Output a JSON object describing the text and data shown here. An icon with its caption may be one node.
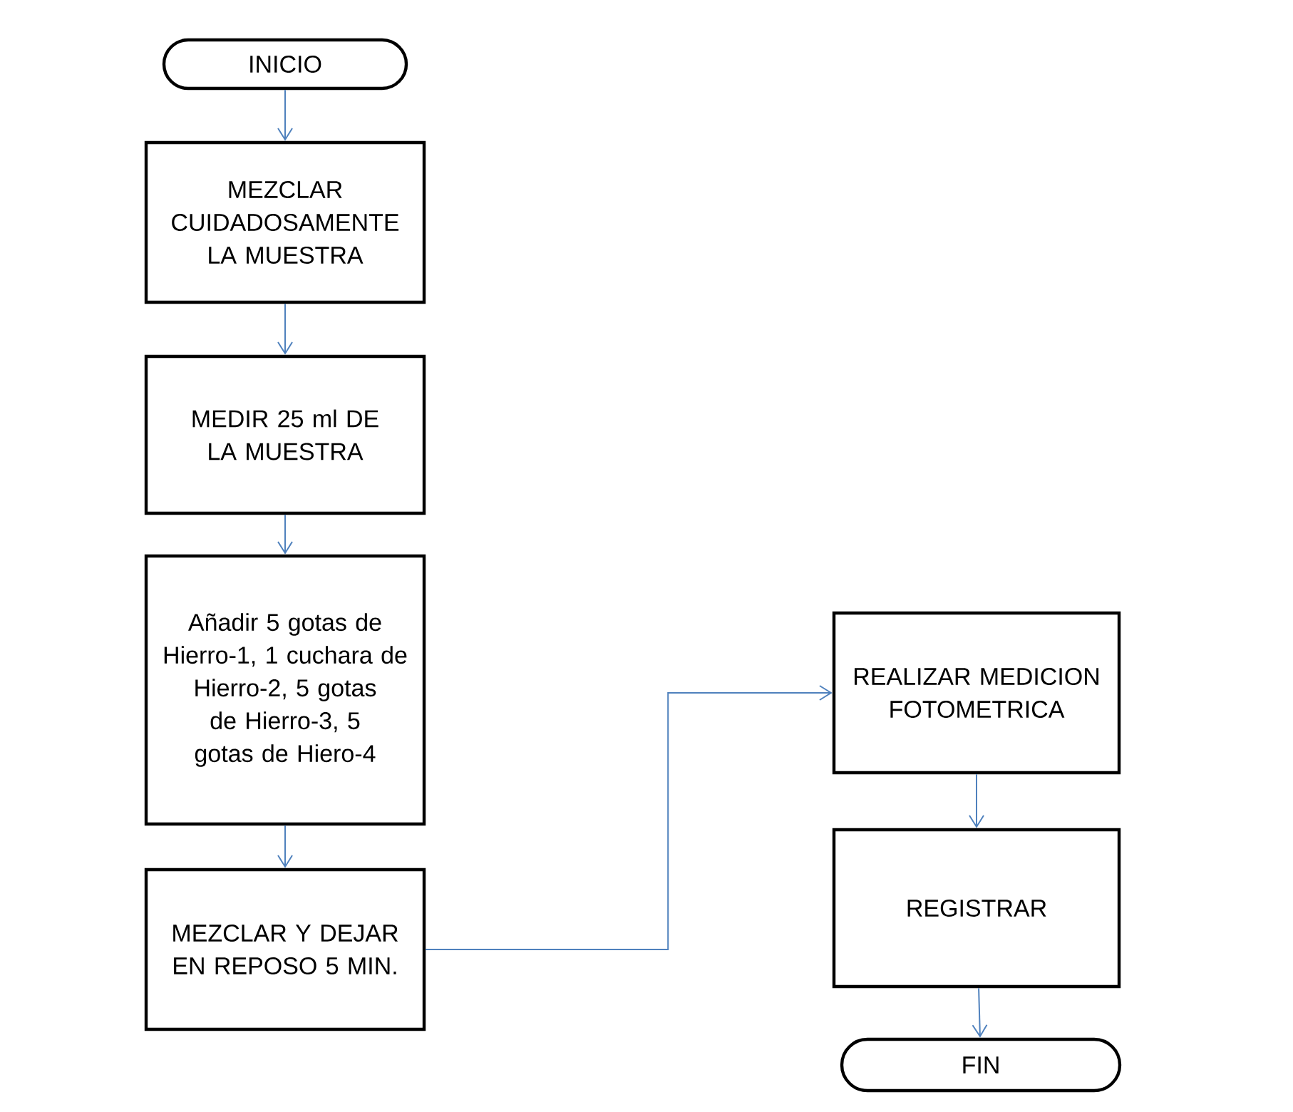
{
  "diagram": {
    "nodes": [
      {
        "text": [
          "INICIO"
        ]
      },
      {
        "text": [
          "MEZCLAR CUIDADOSAMENTE LA MUESTRA"
        ]
      },
      {
        "text": [
          "MEDIR 25 ml DE LA MUESTRA"
        ]
      },
      {
        "text": [
          "Añadir 5 gotas de Hierro-1, 1 cuchara de Hierro-2, 5 gotas de Hierro-3, 5 gotas de Hiero-4"
        ]
      },
      {
        "text": [
          "MEZCLAR Y DEJAR EN REPOSO 5 MIN."
        ]
      },
      {
        "text": [
          "REALIZAR MEDICION FOTOMETRICA"
        ]
      },
      {
        "text": [
          "REGISTRAR"
        ]
      },
      {
        "text": [
          "FIN"
        ]
      }
    ],
    "edges": [
      {
        "from": 0,
        "to": 1,
        "arrow": "to"
      },
      {
        "from": 1,
        "to": 2,
        "arrow": "to"
      },
      {
        "from": 2,
        "to": 3,
        "arrow": "to"
      },
      {
        "from": 3,
        "to": 4,
        "arrow": "to"
      },
      {
        "from": 4,
        "to": 5,
        "arrow": "to"
      },
      {
        "from": 5,
        "to": 6,
        "arrow": "to"
      },
      {
        "from": 6,
        "to": 7,
        "arrow": "to"
      }
    ]
  }
}
